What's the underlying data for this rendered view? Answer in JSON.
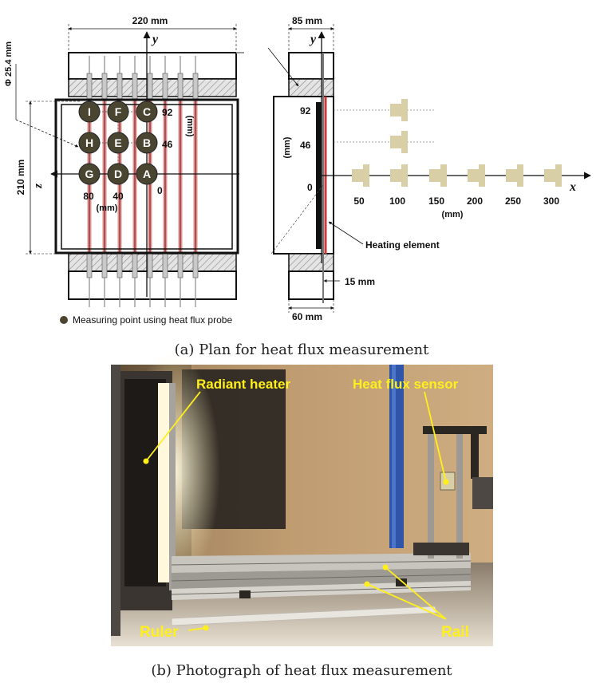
{
  "plan": {
    "width_label": "220 mm",
    "side_width_label": "85 mm",
    "height_label": "210 mm",
    "diameter_label": "Φ 25.4 mm",
    "y_label": "y",
    "y_label_side": "y",
    "z_label": "z",
    "x_label": "x",
    "points": [
      {
        "id": "I"
      },
      {
        "id": "F"
      },
      {
        "id": "C"
      },
      {
        "id": "H"
      },
      {
        "id": "E"
      },
      {
        "id": "B"
      },
      {
        "id": "G"
      },
      {
        "id": "D"
      },
      {
        "id": "A"
      }
    ],
    "y_ticks": [
      "92",
      "46"
    ],
    "y_unit": "(mm)",
    "z_ticks": [
      "80",
      "40",
      "0"
    ],
    "z_unit": "(mm)",
    "side_y_ticks": [
      "92",
      "46",
      "0"
    ],
    "side_y_unit": "(mm)",
    "x_ticks": [
      "50",
      "100",
      "150",
      "200",
      "250",
      "300"
    ],
    "x_unit": "(mm)",
    "heating_element_label": "Heating element",
    "gap_label": "15 mm",
    "depth_label": "60 mm",
    "legend_label": "Measuring point using heat flux probe",
    "caption": "(a) Plan for heat flux measurement",
    "colors": {
      "point_fill": "#4a4530",
      "element": "#c83a3a",
      "sensor": "#d8cfa6"
    }
  },
  "photo": {
    "labels": {
      "radiant_heater": "Radiant heater",
      "heat_flux_sensor": "Heat flux sensor",
      "ruler": "Ruler",
      "rail": "Rail"
    },
    "caption": "(b) Photograph of heat flux measurement",
    "colors": {
      "annotation": "#ffef1a"
    }
  }
}
